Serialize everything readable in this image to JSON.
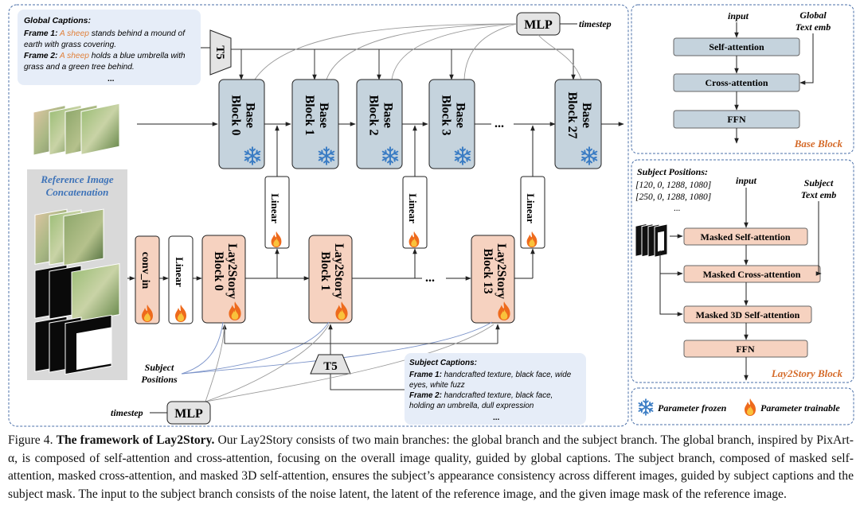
{
  "global_caption_box": {
    "title": "Global Captions:",
    "f1_label": "Frame 1:",
    "f1_subject": "A sheep",
    "f1_text_a": "stands behind a mound of",
    "f1_text_b": "earth with grass covering.",
    "f2_label": "Frame 2:",
    "f2_subject": "A sheep",
    "f2_text_a": "holds a blue umbrella with",
    "f2_text_b": "grass and a green tree behind.",
    "ellipsis": "..."
  },
  "t5_top": "T5",
  "t5_bottom": "T5",
  "mlp_top": "MLP",
  "mlp_bottom": "MLP",
  "timestep_top": "timestep",
  "timestep_bottom": "timestep",
  "base_blocks": [
    {
      "l1": "Base",
      "l2": "Block 0"
    },
    {
      "l1": "Base",
      "l2": "Block 1"
    },
    {
      "l1": "Base",
      "l2": "Block 2"
    },
    {
      "l1": "Base",
      "l2": "Block 3"
    },
    {
      "l1": "Base",
      "l2": "Block 27"
    }
  ],
  "ellipsis_top": "...",
  "ellipsis_bottom": "...",
  "ellipsis_top_2": "...",
  "ref_label_1": "Reference Image",
  "ref_label_2": "Concatenation",
  "conv_in": "conv_in",
  "linear": "Linear",
  "lay2story_blocks": [
    {
      "l1": "Lay2Story",
      "l2": "Block 0"
    },
    {
      "l1": "Lay2Story",
      "l2": "Block 1"
    },
    {
      "l1": "Lay2Story",
      "l2": "Block 13"
    }
  ],
  "subject_positions_label_1": "Subject",
  "subject_positions_label_2": "Positions",
  "subject_caption_box": {
    "title": "Subject Captions:",
    "f1_label": "Frame 1:",
    "f1_text_a": "handcrafted texture, black face, wide",
    "f1_text_b": "eyes, white fuzz",
    "f2_label": "Frame 2:",
    "f2_text_a": "handcrafted texture, black face,",
    "f2_text_b": "holding an umbrella, dull expression",
    "ellipsis": "..."
  },
  "base_block_panel": {
    "input": "input",
    "text_emb_1": "Global",
    "text_emb_2": "Text emb",
    "self_attention": "Self-attention",
    "cross_attention": "Cross-attention",
    "ffn": "FFN",
    "title": "Base Block"
  },
  "lay2story_panel": {
    "positions_title": "Subject Positions:",
    "pos1": "[120, 0, 1288, 1080]",
    "pos2": "[250, 0, 1288, 1080]",
    "pos_more": "...",
    "input": "input",
    "text_emb_1": "Subject",
    "text_emb_2": "Text emb",
    "masked_self": "Masked Self-attention",
    "masked_cross": "Masked Cross-attention",
    "masked_3d": "Masked 3D Self-attention",
    "ffn": "FFN",
    "title": "Lay2Story Block"
  },
  "legend": {
    "frozen": "Parameter frozen",
    "trainable": "Parameter trainable"
  },
  "colors": {
    "base_fill": "#c5d3dd",
    "lay2story_fill": "#f6d2c0",
    "frozen_icon": "#3a7cc4",
    "flame_outer": "#ee6a1c",
    "flame_inner": "#f9c23c",
    "accent_orange": "#d56b2a",
    "caption_box": "#e6edf8"
  },
  "caption": {
    "fig_label": "Figure 4.",
    "fig_title": "The framework of Lay2Story.",
    "body": " Our Lay2Story consists of two main branches: the global branch and the subject branch. The global branch, inspired by PixArt-α, is composed of self-attention and cross-attention, focusing on the overall image quality, guided by global captions. The subject branch, composed of masked self-attention, masked cross-attention, and masked 3D self-attention, ensures the subject’s appearance consistency across different images, guided by subject captions and the subject mask. The input to the subject branch consists of the noise latent, the latent of the reference image, and the given image mask of the reference image."
  }
}
